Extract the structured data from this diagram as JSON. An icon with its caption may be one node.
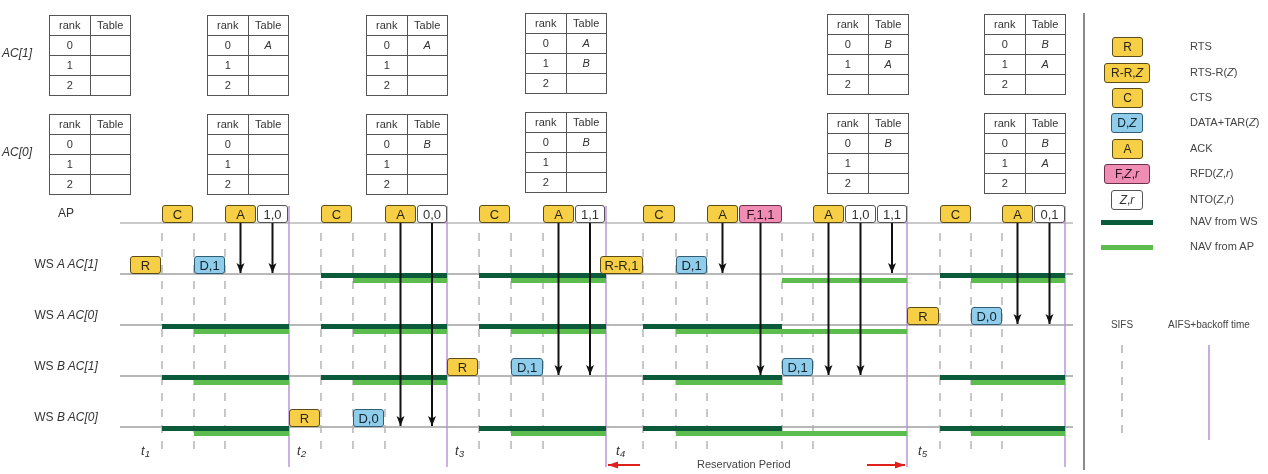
{
  "diagram": {
    "nodes": [
      {
        "text": [
          "C"
        ]
      },
      {
        "text": [
          "A"
        ]
      },
      {
        "text": [
          "1,0"
        ]
      },
      {
        "text": [
          "C"
        ]
      },
      {
        "text": [
          "A"
        ]
      },
      {
        "text": [
          "0,0"
        ]
      },
      {
        "text": [
          "C"
        ]
      },
      {
        "text": [
          "A"
        ]
      },
      {
        "text": [
          "1,1"
        ]
      },
      {
        "text": [
          "C"
        ]
      },
      {
        "text": [
          "A"
        ]
      },
      {
        "text": [
          "F,1,1"
        ]
      },
      {
        "text": [
          "A"
        ]
      },
      {
        "text": [
          "1,0"
        ]
      },
      {
        "text": [
          "1,1"
        ]
      },
      {
        "text": [
          "C"
        ]
      },
      {
        "text": [
          "A"
        ]
      },
      {
        "text": [
          "0,1"
        ]
      },
      {
        "text": [
          "R"
        ]
      },
      {
        "text": [
          "D,1"
        ]
      },
      {
        "text": [
          "R-R,1"
        ]
      },
      {
        "text": [
          "D,1"
        ]
      },
      {
        "text": [
          "R"
        ]
      },
      {
        "text": [
          "D,0"
        ]
      },
      {
        "text": [
          "R"
        ]
      },
      {
        "text": [
          "D,1"
        ]
      },
      {
        "text": [
          "D,1"
        ]
      },
      {
        "text": [
          "R"
        ]
      },
      {
        "text": [
          "D,0"
        ]
      },
      {
        "text": [
          "R"
        ]
      },
      {
        "text": [
          "R-R,*Z*"
        ]
      },
      {
        "text": [
          "C"
        ]
      },
      {
        "text": [
          "D,*Z*"
        ]
      },
      {
        "text": [
          "A"
        ]
      },
      {
        "text": [
          "F,*Z*,*r*"
        ]
      },
      {
        "text": [
          "*Z*,*r*"
        ]
      },
      {
        "text": [],
        "shape": "line"
      },
      {
        "text": [],
        "shape": "line"
      },
      {
        "text": [],
        "shape": "line"
      },
      {
        "text": [],
        "shape": "line"
      }
    ],
    "edges": [
      {
        "from": 1,
        "to": 36,
        "arrow": "to"
      },
      {
        "from": 2,
        "to": 36,
        "arrow": "to"
      },
      {
        "from": 4,
        "to": 39,
        "arrow": "to"
      },
      {
        "from": 5,
        "to": 39,
        "arrow": "to"
      },
      {
        "from": 7,
        "to": 38,
        "arrow": "to"
      },
      {
        "from": 8,
        "to": 38,
        "arrow": "to"
      },
      {
        "from": 10,
        "to": 36,
        "arrow": "to"
      },
      {
        "from": 11,
        "to": 38,
        "arrow": "to"
      },
      {
        "from": 12,
        "to": 38,
        "arrow": "to"
      },
      {
        "from": 13,
        "to": 38,
        "arrow": "to"
      },
      {
        "from": 14,
        "to": 36,
        "arrow": "to"
      },
      {
        "from": 16,
        "to": 37,
        "arrow": "to"
      },
      {
        "from": 17,
        "to": 37,
        "arrow": "to"
      }
    ],
    "labels": [
      "AC[1]",
      "rank",
      "Table",
      "0",
      "1",
      "2",
      "rank",
      "Table",
      "0",
      "A",
      "1",
      "2",
      "rank",
      "Table",
      "0",
      "A",
      "1",
      "2",
      "rank",
      "Table",
      "0",
      "A",
      "1",
      "B",
      "2",
      "rank",
      "Table",
      "0",
      "B",
      "1",
      "A",
      "2",
      "rank",
      "Table",
      "0",
      "B",
      "1",
      "A",
      "2",
      "AC[0]",
      "rank",
      "Table",
      "0",
      "1",
      "2",
      "rank",
      "Table",
      "0",
      "1",
      "2",
      "rank",
      "Table",
      "0",
      "B",
      "1",
      "2",
      "rank",
      "Table",
      "0",
      "B",
      "1",
      "2",
      "rank",
      "Table",
      "0",
      "B",
      "1",
      "2",
      "rank",
      "Table",
      "0",
      "B",
      "1",
      "A",
      "2",
      "AP",
      "WS *A AC[1]*",
      "WS *A AC[0]*",
      "WS *B AC[1]*",
      "WS *B AC[0]*",
      "t$_{1}$",
      "t$_{2}$",
      "t$_{3}$",
      "t$_{4}$",
      "t$_{5}$",
      "Reservation Period"
    ],
    "legend": [
      {
        "text": "RTS"
      },
      {
        "text": "RTS-R(*Z*)"
      },
      {
        "text": "CTS"
      },
      {
        "text": "DATA+TAR(*Z*)"
      },
      {
        "text": "ACK"
      },
      {
        "text": "RFD(*Z*,*r*)"
      },
      {
        "text": "NTO(*Z*,*r*)"
      },
      {
        "text": "NAV from WS",
        "color": "#0b5a3a"
      },
      {
        "text": "NAV from AP",
        "color": "#5cbd4e"
      },
      {
        "text": "SIFS"
      },
      {
        "text": "AIFS+backoff time"
      }
    ]
  }
}
